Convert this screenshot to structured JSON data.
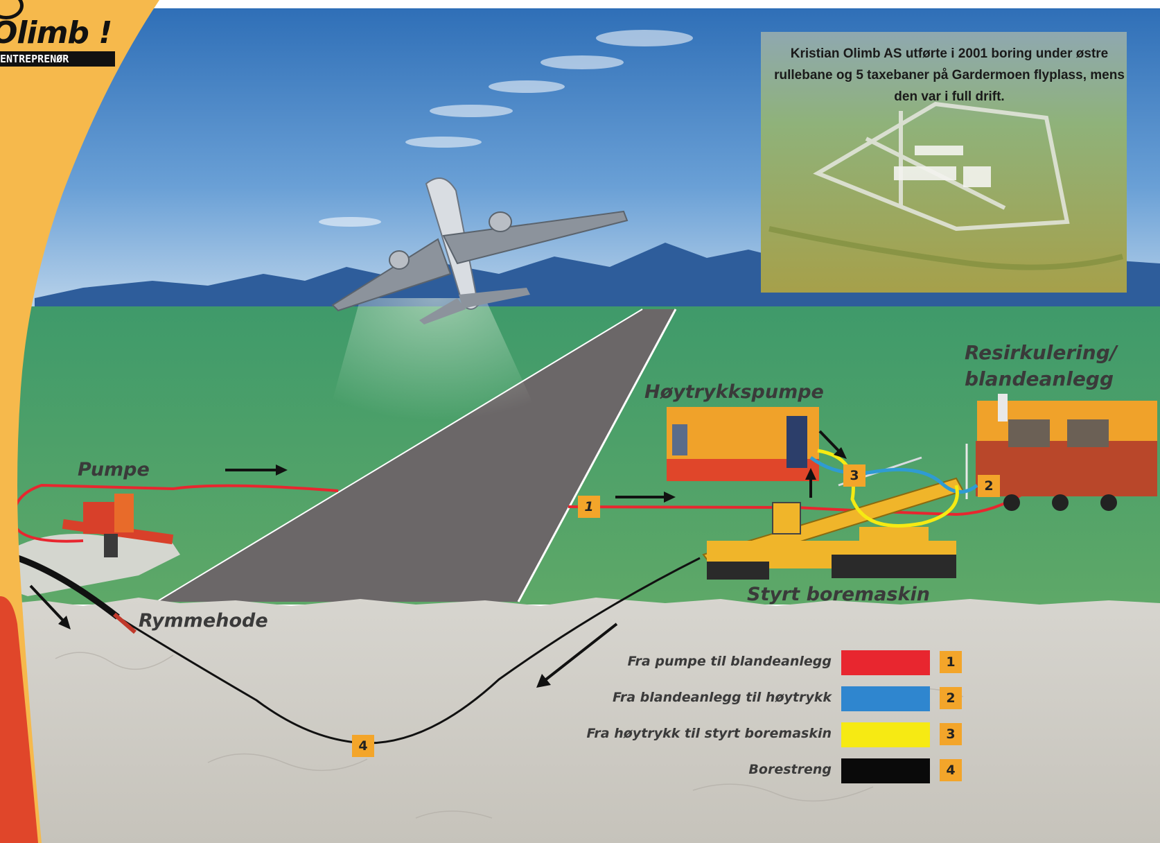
{
  "logo": {
    "name": "Olimb !",
    "tagline": "ENTREPRENØR",
    "accent_colors": [
      "#f6b94c",
      "#e85a2a"
    ]
  },
  "caption": {
    "text": "Kristian Olimb AS utførte i 2001 boring under østre rullebane og 5 taxebaner på Gardermoen flyplass, mens den var i full drift."
  },
  "labels": {
    "pumpe": "Pumpe",
    "rymmehode": "Rymmehode",
    "hoytrykkspumpe": "Høytrykkspumpe",
    "resirkulering_line1": "Resirkulering/",
    "resirkulering_line2": "blandeanlegg",
    "styrt_boremaskin": "Styrt boremaskin"
  },
  "badges": {
    "b1": "1",
    "b2": "2",
    "b3": "3",
    "b4": "4"
  },
  "legend": {
    "items": [
      {
        "label": "Fra pumpe til blandeanlegg",
        "color": "#e8262f",
        "number": "1"
      },
      {
        "label": "Fra blandeanlegg til høytrykk",
        "color": "#2f86cf",
        "number": "2"
      },
      {
        "label": "Fra høytrykk til styrt boremaskin",
        "color": "#f6ea13",
        "number": "3"
      },
      {
        "label": "Borestreng",
        "color": "#0a0a0a",
        "number": "4"
      }
    ]
  },
  "colors": {
    "sky_top": "#3a7bc0",
    "grass": "#4f9a63",
    "runway": "#6b6768",
    "ground": "#cfcdc7",
    "equipment_orange": "#f0a22a",
    "equipment_red": "#d8402a"
  }
}
